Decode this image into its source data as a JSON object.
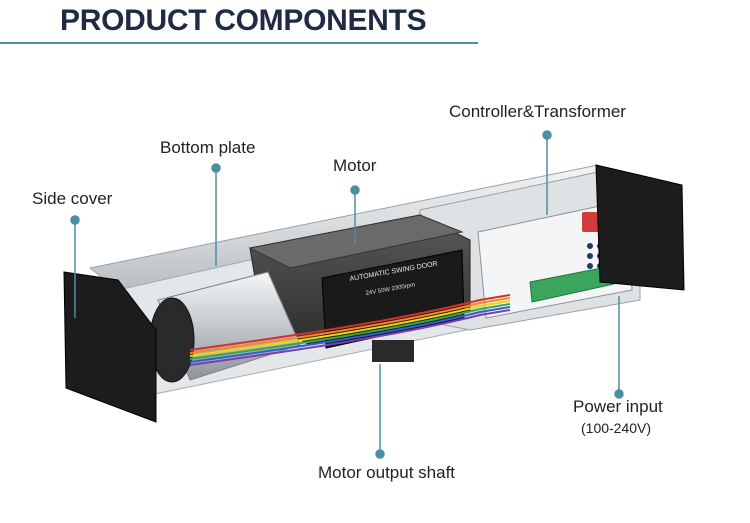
{
  "title": "PRODUCT COMPONENTS",
  "labels": {
    "side_cover": "Side cover",
    "bottom_plate": "Bottom plate",
    "motor": "Motor",
    "controller": "Controller&Transformer",
    "power_input": "Power input",
    "power_input_range": "(100-240V)",
    "motor_output_shaft": "Motor output shaft"
  },
  "motor_label_text": {
    "brand": "AUTOMATIC SWING DOOR",
    "spec": "24V 50W 2300rpm"
  },
  "colors": {
    "title": "#1f2a44",
    "callout_line": "#4a90a4",
    "aluminium": "#d9dde0",
    "cover": "#1c1c1c",
    "motor_housing": "#4a4a4a",
    "terminal_green": "#3aa55b"
  }
}
